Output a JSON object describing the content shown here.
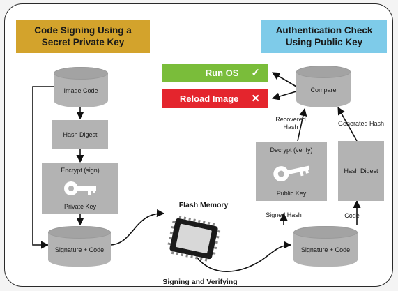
{
  "left_title": "Code Signing Using a Secret Private Key",
  "right_title": "Authentication Check Using Public Key",
  "left_flow": {
    "image_code": "Image Code",
    "hash_digest": "Hash Digest",
    "encrypt_label": "Encrypt (sign)",
    "private_key": "Private Key",
    "signature_code": "Signature + Code"
  },
  "center": {
    "flash_memory": "Flash Memory",
    "signing_verifying": "Signing and Verifying"
  },
  "right_flow": {
    "run_os": "Run OS",
    "run_os_mark": "✓",
    "reload_image": "Reload Image",
    "reload_mark": "✕",
    "compare": "Compare",
    "recovered_hash": "Recovered Hash",
    "generated_hash": "Generated Hash",
    "decrypt_label": "Decrypt (verify)",
    "public_key": "Public Key",
    "hash_digest": "Hash Digest",
    "signed_hash": "Signed Hash",
    "code": "Code",
    "signature_code": "Signature + Code"
  },
  "colors": {
    "title_left_bg": "#d3a32c",
    "title_right_bg": "#7ecbe9",
    "run_os_bg": "#7abd3a",
    "reload_bg": "#e4252d",
    "block_gray": "#b3b3b3"
  },
  "icons": [
    "key-icon",
    "chip-icon",
    "checkmark-icon",
    "x-icon"
  ]
}
